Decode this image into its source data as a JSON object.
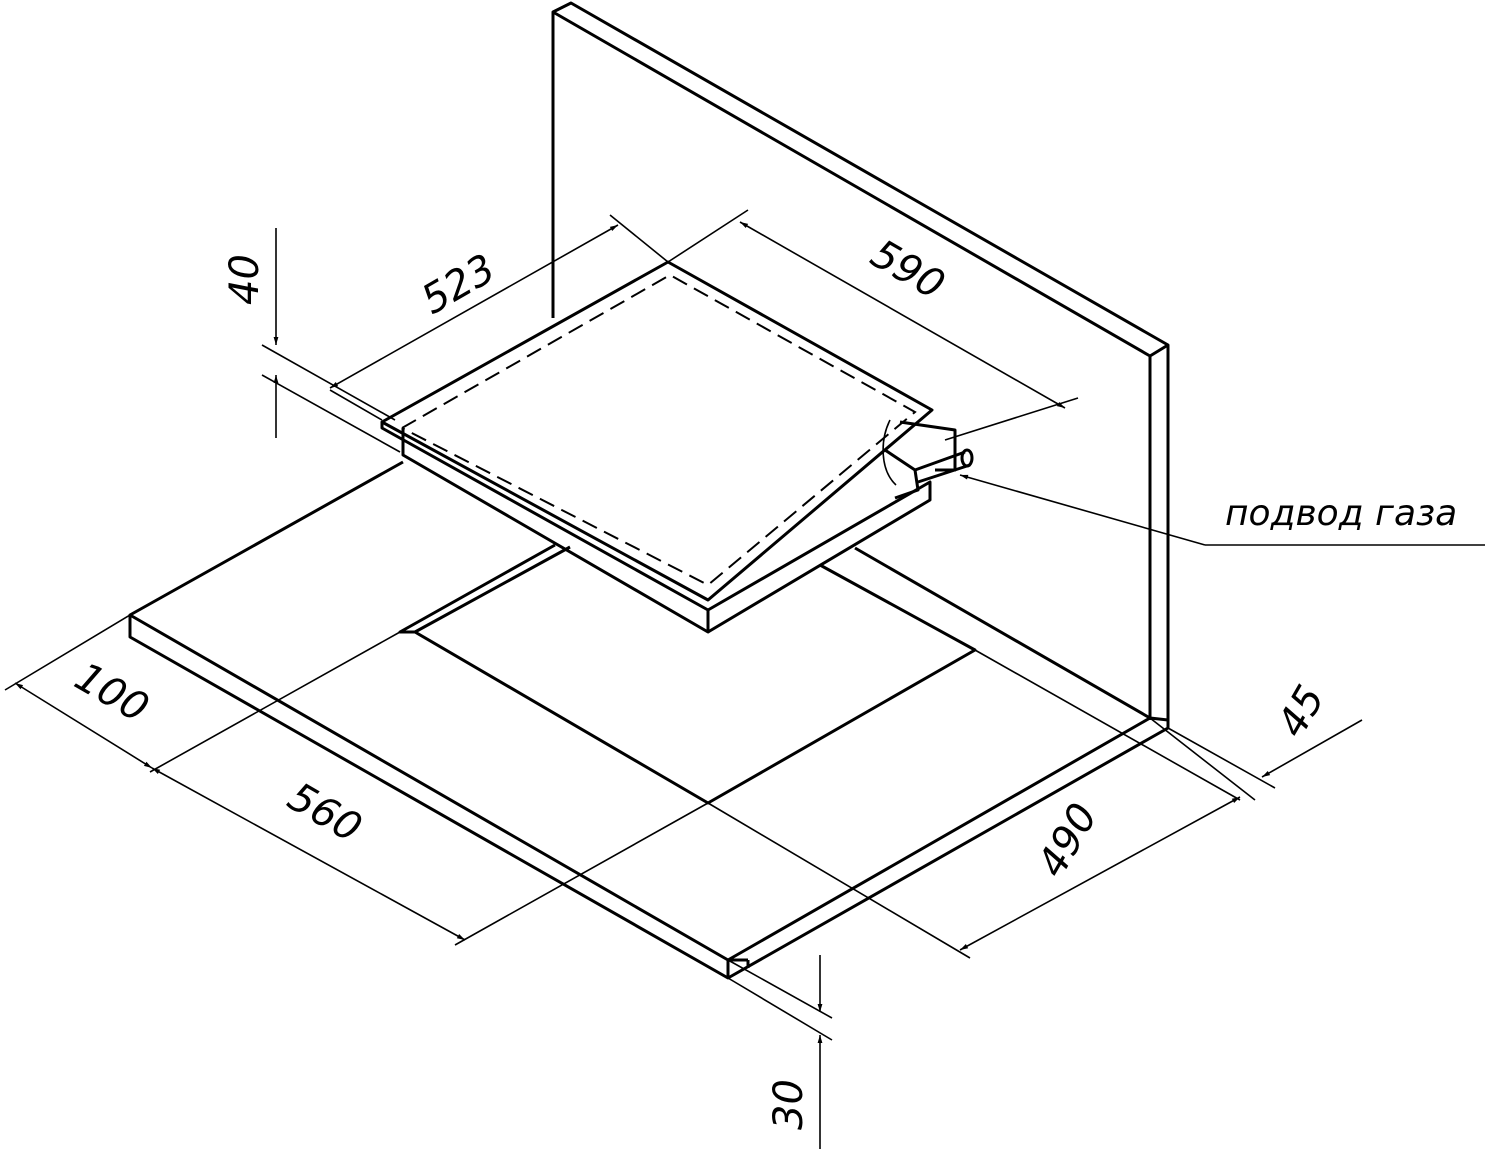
{
  "drawing": {
    "dimensions": {
      "hob_height": "40",
      "hob_depth": "523",
      "hob_width": "590",
      "front_gap": "100",
      "cutout_width": "560",
      "back_gap": "45",
      "cutout_depth": "490",
      "countertop_thickness": "30"
    },
    "callout": "подвод газа"
  }
}
